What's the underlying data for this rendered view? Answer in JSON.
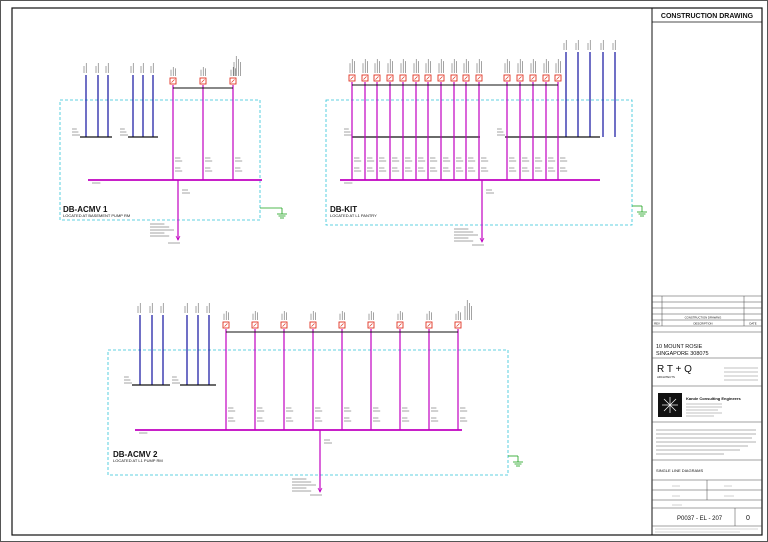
{
  "title_block": {
    "header": "CONSTRUCTION DRAWING",
    "revision_row": "CONSTRUCTION DRAWING",
    "rev_col_rev": "REV",
    "rev_col_desc": "DESCRIPTION",
    "rev_col_date": "DATE",
    "project_line1": "10 MOUNT ROSIE",
    "project_line2": "SINGAPORE 308075",
    "architect_logo": "R T + Q",
    "architect_sub": "ARCHITECTS",
    "engineer_name": "Kande Consulting Engineers",
    "drawing_title": "SINGLE LINE DIAGRAMS",
    "drawing_number": "P0037 - EL - 207",
    "revision": "0"
  },
  "panels": [
    {
      "id": "acmv1",
      "title": "DB-ACMV 1",
      "subtitle": "LOCATED AT BASEMENT PUMP RM"
    },
    {
      "id": "kit",
      "title": "DB-KIT",
      "subtitle": "LOCATED AT L1 PANTRY"
    },
    {
      "id": "acmv2",
      "title": "DB-ACMV 2",
      "subtitle": "LOCATED AT L1 PUMP RM"
    }
  ],
  "colors": {
    "busbar": "#c000c0",
    "feeder_blue": "#1010a0",
    "boundary": "#2ec4d8",
    "earth": "#18a018",
    "breaker": "#e03020"
  }
}
